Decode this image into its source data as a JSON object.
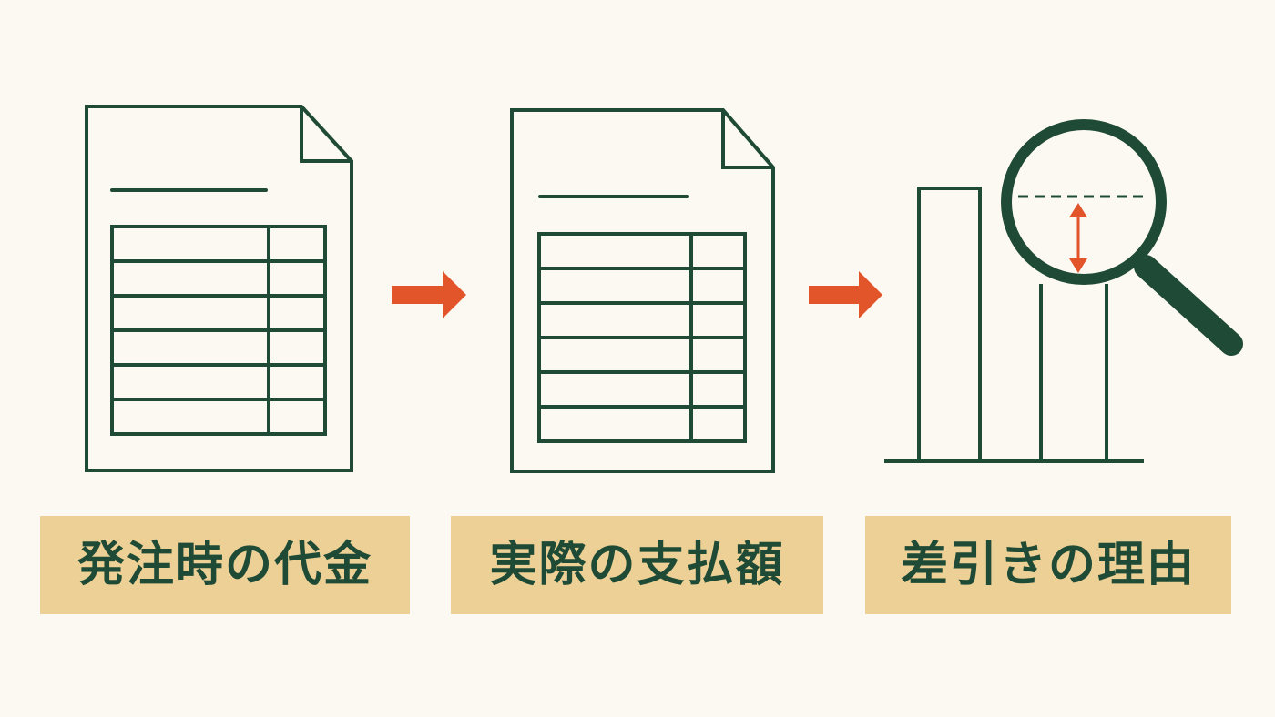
{
  "colors": {
    "background": "#fcf9f2",
    "ink": "#1f4a35",
    "arrow": "#e2542a",
    "label_bg": "#ecd095",
    "label_text": "#1f4a35"
  },
  "steps": [
    {
      "label": "発注時の代金",
      "icon": "document-table-icon"
    },
    {
      "label": "実際の支払額",
      "icon": "document-table-icon"
    },
    {
      "label": "差引きの理由",
      "icon": "bar-chart-magnifier-icon"
    }
  ]
}
